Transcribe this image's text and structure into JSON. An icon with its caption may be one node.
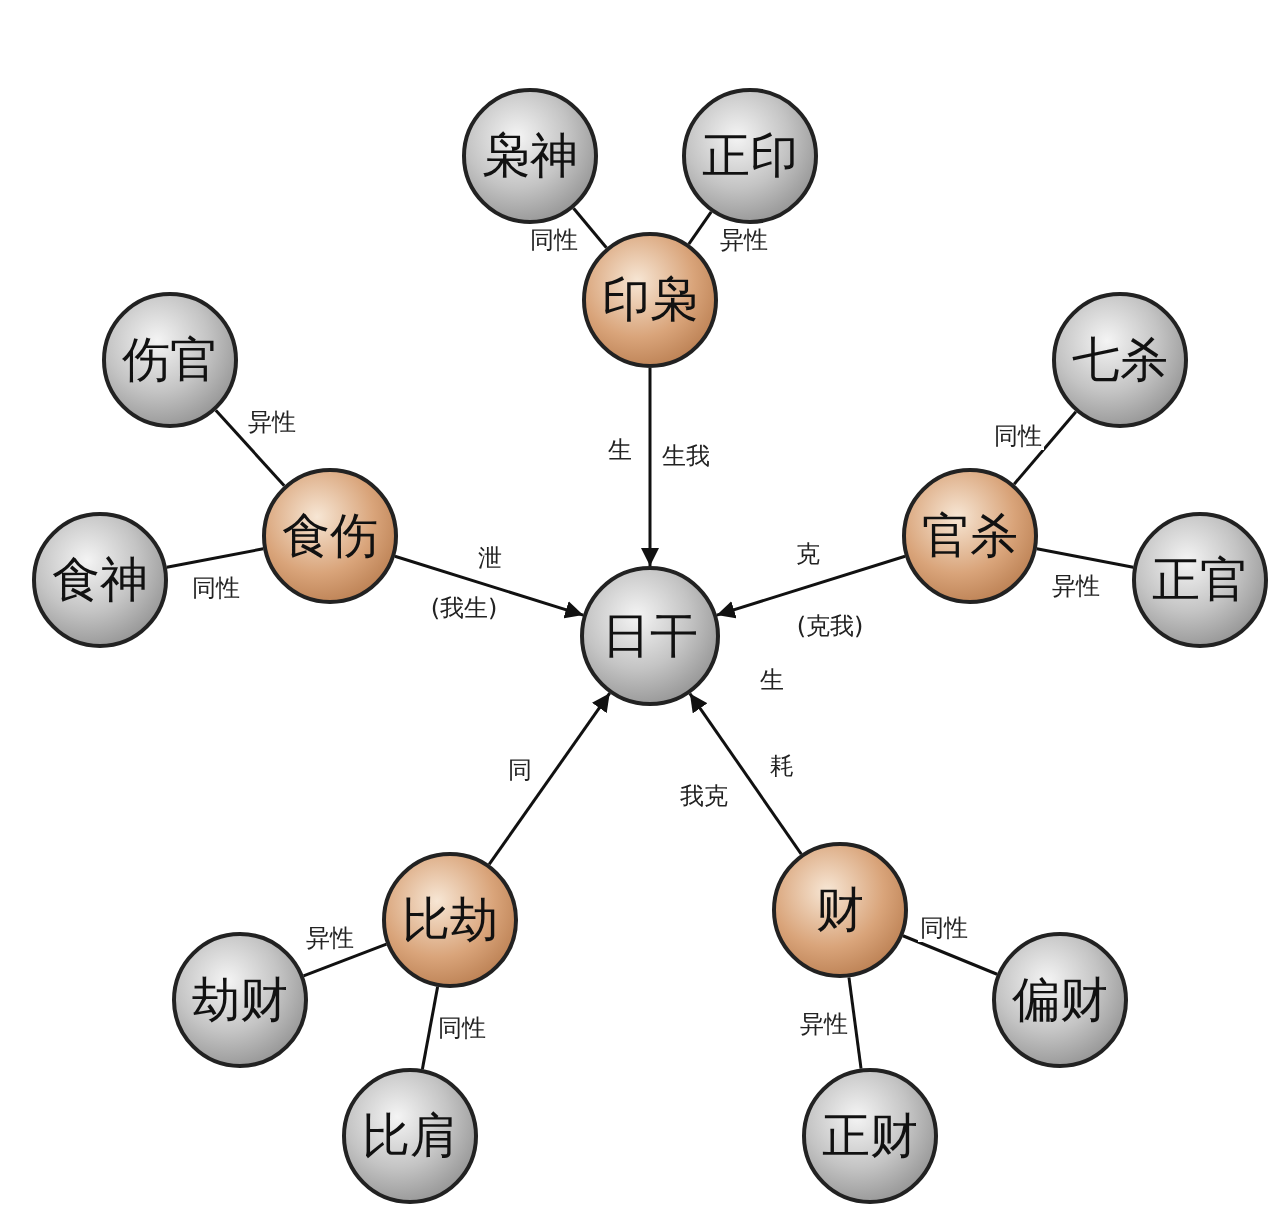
{
  "diagram": {
    "nodes": [
      {
        "text": [
          "枭神"
        ]
      },
      {
        "text": [
          "正印"
        ]
      },
      {
        "text": [
          "印枭"
        ]
      },
      {
        "text": [
          "伤官"
        ]
      },
      {
        "text": [
          "七杀"
        ]
      },
      {
        "text": [
          "食伤"
        ]
      },
      {
        "text": [
          "官杀"
        ]
      },
      {
        "text": [
          "食神"
        ]
      },
      {
        "text": [
          "正官"
        ]
      },
      {
        "text": [
          "日干"
        ]
      },
      {
        "text": [
          "比劫"
        ]
      },
      {
        "text": [
          "财"
        ]
      },
      {
        "text": [
          "劫财"
        ]
      },
      {
        "text": [
          "偏财"
        ]
      },
      {
        "text": [
          "比肩"
        ]
      },
      {
        "text": [
          "正财"
        ]
      }
    ],
    "edges": [
      {
        "from": 2,
        "to": 0,
        "arrow": "none",
        "label": "同性"
      },
      {
        "from": 2,
        "to": 1,
        "arrow": "none",
        "label": "异性"
      },
      {
        "from": 2,
        "to": 9,
        "arrow": "to",
        "label": "生"
      },
      {
        "from": 5,
        "to": 3,
        "arrow": "none",
        "label": "异性"
      },
      {
        "from": 5,
        "to": 7,
        "arrow": "none",
        "label": "同性"
      },
      {
        "from": 5,
        "to": 9,
        "arrow": "to",
        "label": "泄"
      },
      {
        "from": 6,
        "to": 4,
        "arrow": "none",
        "label": "同性"
      },
      {
        "from": 6,
        "to": 8,
        "arrow": "none",
        "label": "异性"
      },
      {
        "from": 6,
        "to": 9,
        "arrow": "to",
        "label": "克"
      },
      {
        "from": 10,
        "to": 9,
        "arrow": "to",
        "label": "同"
      },
      {
        "from": 10,
        "to": 12,
        "arrow": "none",
        "label": "异性"
      },
      {
        "from": 10,
        "to": 14,
        "arrow": "none",
        "label": "同性"
      },
      {
        "from": 11,
        "to": 9,
        "arrow": "to",
        "label": "耗"
      },
      {
        "from": 11,
        "to": 13,
        "arrow": "none",
        "label": "同性"
      },
      {
        "from": 11,
        "to": 15,
        "arrow": "none",
        "label": "异性"
      }
    ],
    "labels": [
      "生我",
      "(我生)",
      "(克我)",
      "生",
      "我克"
    ]
  }
}
